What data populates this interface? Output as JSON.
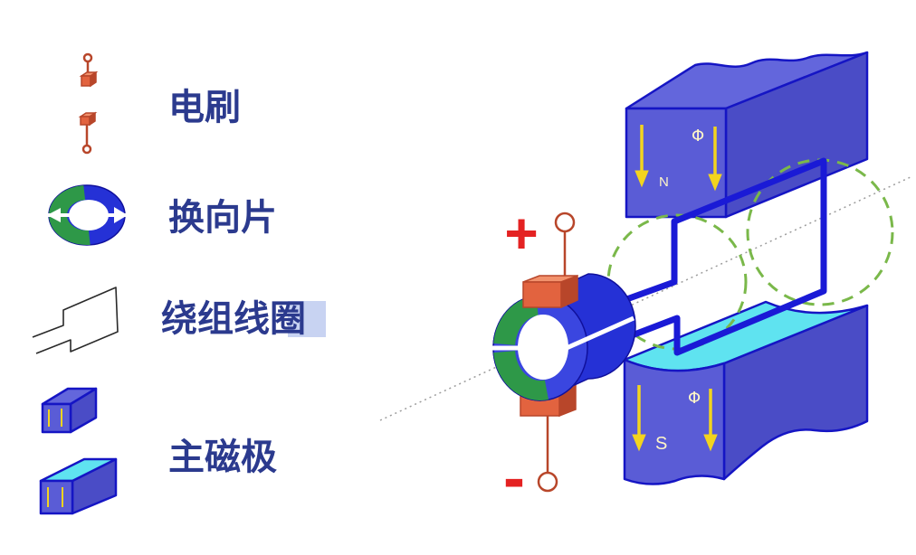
{
  "legend": {
    "brush": {
      "label": "电刷",
      "icon": "brush-icon"
    },
    "commutator": {
      "label": "换向片",
      "icon": "commutator-icon"
    },
    "winding": {
      "label": "绕组线圈",
      "icon": "coil-icon"
    },
    "main_pole": {
      "label": "主磁极",
      "icon": "magnet-pole-icon"
    }
  },
  "diagram": {
    "positive_terminal": "+",
    "negative_terminal": "-",
    "north_pole": "N",
    "south_pole": "S",
    "flux_symbol": "Φ"
  },
  "colors": {
    "label_text": "#2b3a8e",
    "magnet_face": "#5a5cd6",
    "magnet_side": "#4a4cc6",
    "magnet_top": "#6366dc",
    "magnet_outline": "#1515c4",
    "pole_face": "#5fe3f0",
    "coil": "#1a1ad6",
    "commutator_blue": "#2531d6",
    "commutator_face": "#3a46e0",
    "commutator_green": "#2e9848",
    "brush": "#e2633f",
    "brush_light": "#f2916c",
    "brush_dark": "#b8462a",
    "terminal_sign": "#e42222",
    "flux_arrow": "#f3d41f",
    "pole_letter": "#fff6c8",
    "field_line": "#7ab84a",
    "axis": "#9c9c9c",
    "highlight": "#c8d3f2"
  }
}
